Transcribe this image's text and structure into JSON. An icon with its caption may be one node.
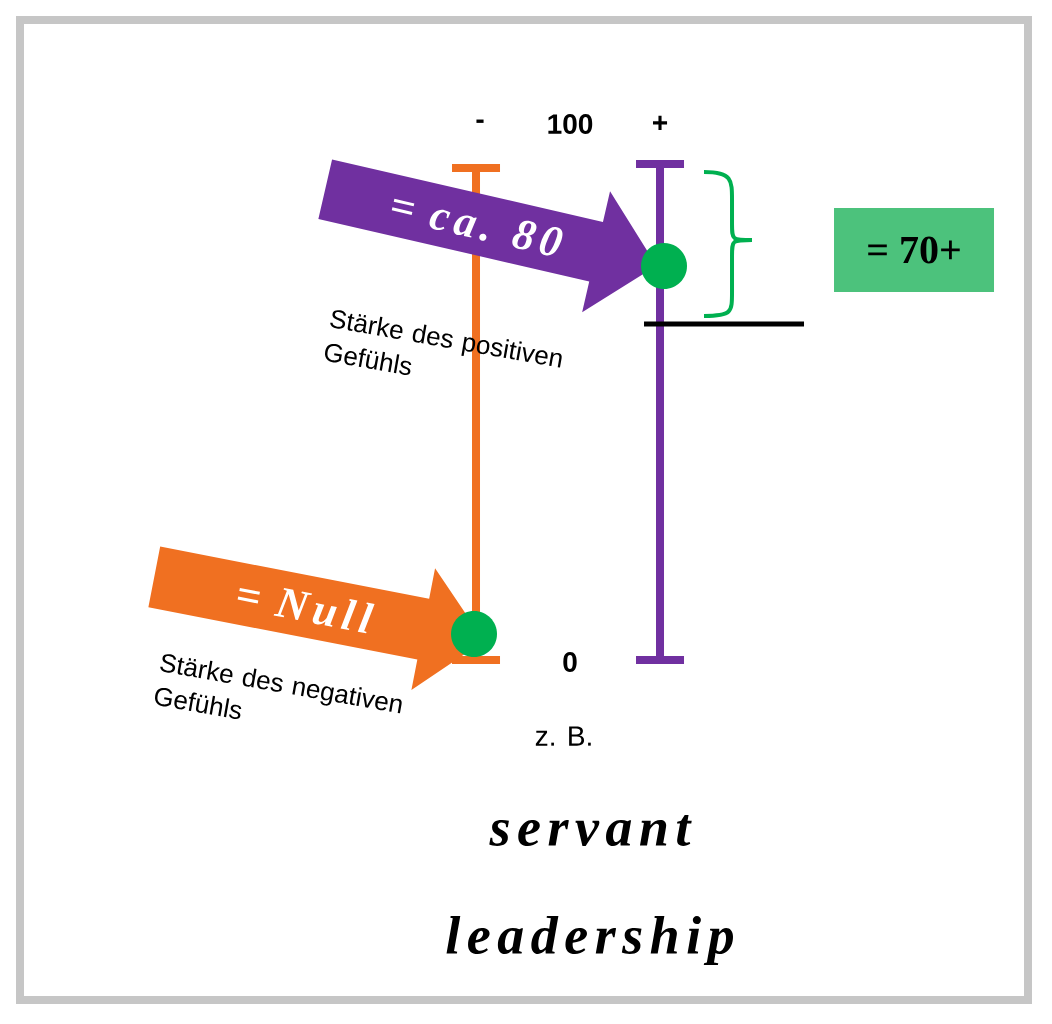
{
  "diagram": {
    "caption": "servant leadership",
    "nodes": [
      {
        "text": [
          "= ca. 80"
        ],
        "beside": [
          "Stärke des positiven Gefühls"
        ]
      },
      {
        "text": [],
        "shape": "circle"
      },
      {
        "text": [
          "= 70+"
        ]
      },
      {
        "text": [
          "= Null"
        ],
        "beside": [
          "Stärke des negativen Gefühls"
        ]
      },
      {
        "text": [],
        "shape": "circle"
      }
    ],
    "labels": [
      "-",
      "100",
      "+",
      "0",
      "z. B."
    ]
  }
}
